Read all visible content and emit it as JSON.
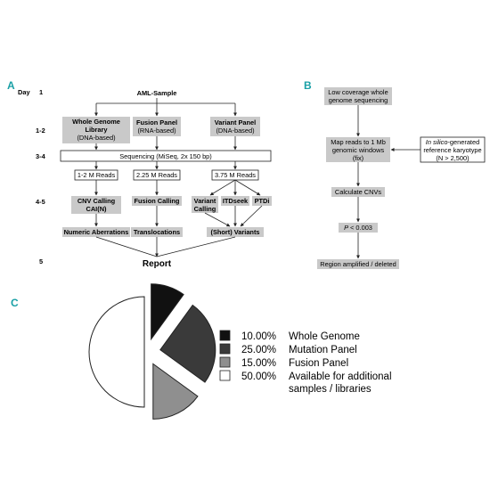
{
  "colors": {
    "panel_letter": "#1aa0a6",
    "gray_box": "#c9c9c9",
    "stroke": "#222222",
    "slice_whole_genome": "#111111",
    "slice_mutation_panel": "#3a3a3a",
    "slice_fusion_panel": "#8f8f8f",
    "slice_available": "#ffffff"
  },
  "panel_a": {
    "letter": "A",
    "day_header": "Day",
    "day_labels": [
      "1",
      "1-2",
      "3-4",
      "4-5",
      "5"
    ],
    "aml_sample": "AML-Sample",
    "whole_genome": {
      "line1": "Whole Genome",
      "line2": "Library",
      "line3": "(DNA-based)"
    },
    "fusion_panel": {
      "line1": "Fusion Panel",
      "line2": "(RNA-based)"
    },
    "variant_panel": {
      "line1": "Variant Panel",
      "line2": "(DNA-based)"
    },
    "sequencing": "Sequencing (MiSeq, 2x 150 bp)",
    "reads_wg": "1-2 M Reads",
    "reads_fusion": "2.25 M Reads",
    "reads_variant": "3.75 M Reads",
    "cnv_calling": {
      "line1": "CNV Calling",
      "line2": "CAI(N)"
    },
    "fusion_calling": "Fusion Calling",
    "variant_calling": {
      "line1": "Variant",
      "line2": "Calling"
    },
    "itdseek": "ITDseek",
    "ptdi": "PTDi",
    "numeric_aberrations": "Numeric Aberrations",
    "translocations": "Translocations",
    "short_variants": "(Short) Variants",
    "report": "Report"
  },
  "panel_b": {
    "letter": "B",
    "low_coverage": {
      "line1": "Low coverage whole",
      "line2": "genome sequencing"
    },
    "map_reads": {
      "line1": "Map reads to 1 Mb",
      "line2": "genomic windows",
      "line3": "(fix)"
    },
    "in_silico": {
      "line1_italic": "In silico",
      "line1_rest": "-generated",
      "line2": "reference karyotype",
      "line3": "(N > 2,500)"
    },
    "calculate_cnvs": "Calculate CNVs",
    "p_value": {
      "p": "P",
      "rest": " < 0.003"
    },
    "region": "Region amplified / deleted"
  },
  "panel_c": {
    "letter": "C",
    "legend": [
      {
        "pct": "10.00%",
        "label": "Whole Genome",
        "color": "#111111"
      },
      {
        "pct": "25.00%",
        "label": "Mutation Panel",
        "color": "#3a3a3a"
      },
      {
        "pct": "15.00%",
        "label": "Fusion Panel",
        "color": "#8f8f8f"
      },
      {
        "pct": "50.00%",
        "label": "Available for additional",
        "label2": "samples / libraries",
        "color": "#ffffff"
      }
    ]
  },
  "chart_data": {
    "type": "pie",
    "categories": [
      "Whole Genome",
      "Mutation Panel",
      "Fusion Panel",
      "Available for additional samples / libraries"
    ],
    "values": [
      10.0,
      25.0,
      15.0,
      50.0
    ],
    "exploded": true,
    "legend_position": "right"
  }
}
